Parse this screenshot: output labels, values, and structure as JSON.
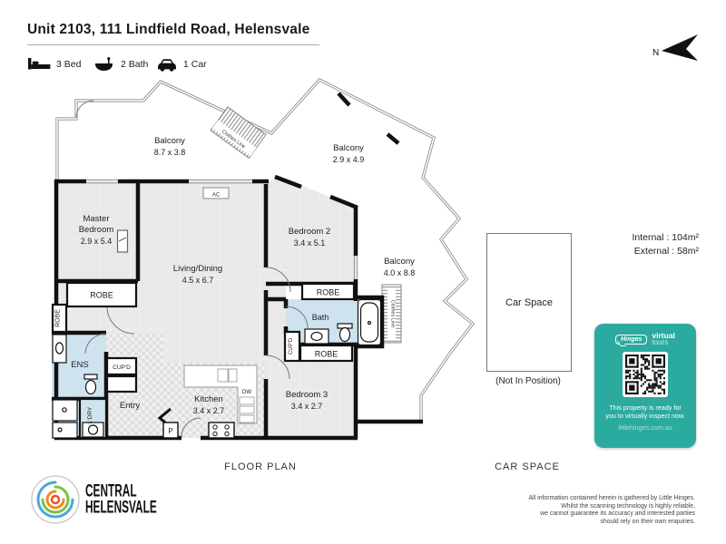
{
  "header": {
    "title": "Unit 2103, 111 Lindfield Road, Helensvale",
    "features": {
      "bed": "3 Bed",
      "bath": "2 Bath",
      "car": "1 Car"
    }
  },
  "compass": {
    "north": "N"
  },
  "plan": {
    "balcony1": {
      "name": "Balcony",
      "dims": "8.7 x 3.8"
    },
    "balcony2": {
      "name": "Balcony",
      "dims": "2.9 x 4.9"
    },
    "balcony3": {
      "name": "Balcony",
      "dims": "4.0 x 8.8"
    },
    "master": {
      "line1": "Master",
      "line2": "Bedroom",
      "dims": "2.9 x 5.4"
    },
    "living": {
      "name": "Living/Dining",
      "dims": "4.5 x 6.7"
    },
    "bedroom2": {
      "name": "Bedroom 2",
      "dims": "3.4 x 5.1"
    },
    "bedroom3": {
      "name": "Bedroom 3",
      "dims": "3.4 x 2.7"
    },
    "kitchen": {
      "name": "Kitchen",
      "dims": "3.4 x 2.7"
    },
    "bath": "Bath",
    "ens": "ENS",
    "entry": "Entry",
    "robe": "ROBE",
    "cupd": "CUP'D",
    "ldry": "L'DRY",
    "clothes_line": "Clothes Line",
    "ac": "AC",
    "dw": "DW",
    "p": "P",
    "section_label": "FLOOR PLAN"
  },
  "car_space": {
    "label": "Car Space",
    "note": "(Not In Position)",
    "section_label": "CAR SPACE"
  },
  "areas": {
    "internal": "Internal : 104m²",
    "external": "External :  58m²"
  },
  "badge": {
    "brand": "Hinges",
    "product_line1": "virtual",
    "product_line2": "tours",
    "message_line1": "This property is ready for",
    "message_line2": "you to virtually inspect now.",
    "url": "littlehinges.com.au",
    "color": "#2bab9f"
  },
  "agency": {
    "line1": "CENTRAL",
    "line2": "HELENSVALE"
  },
  "disclaimer": [
    "All information contained herein is gathered by Little Hinges.",
    "Whilst the scanning technology is highly reliable,",
    "we cannot guarantee its accuracy and interested parties",
    "should rely on their own enquiries."
  ]
}
